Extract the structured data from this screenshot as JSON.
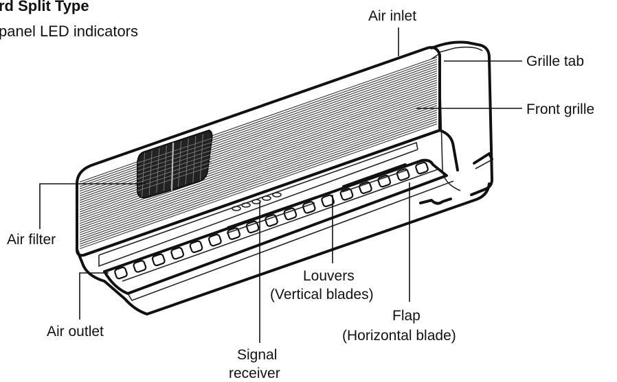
{
  "header": {
    "title": "rd Split Type",
    "subtitle": "panel LED indicators"
  },
  "labels": {
    "air_inlet": "Air inlet",
    "grille_tab": "Grille tab",
    "front_grille": "Front grille",
    "air_filter": "Air filter",
    "air_outlet": "Air outlet",
    "louvers_line1": "Louvers",
    "louvers_line2": "(Vertical blades)",
    "flap_line1": "Flap",
    "flap_line2": "(Horizontal blade)",
    "signal_line1": "Signal",
    "signal_line2": "receiver"
  }
}
